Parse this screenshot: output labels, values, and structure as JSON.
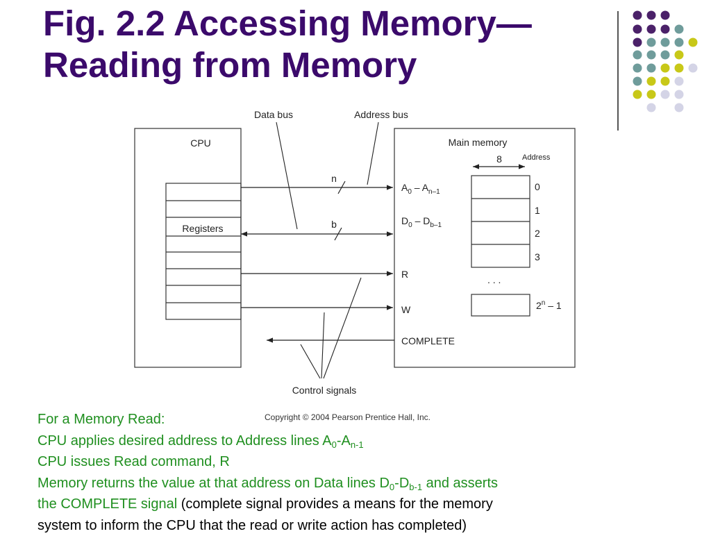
{
  "title": {
    "line1": "Fig. 2.2 Accessing Memory—",
    "line2": "Reading from Memory"
  },
  "theme": {
    "title_color": "#3b0a6b",
    "note_green": "#1f8f1f",
    "dot_purple": "#4b2169",
    "dot_teal": "#6f9c9b",
    "dot_yellow": "#c8c818",
    "dot_lavender": "#d4d4e6"
  },
  "diagram": {
    "data_bus_label": "Data bus",
    "address_bus_label": "Address bus",
    "cpu_label": "CPU",
    "registers_label": "Registers",
    "main_memory_label": "Main memory",
    "width_label": "8",
    "address_label": "Address",
    "n_label": "n",
    "b_label": "b",
    "addr_lines": {
      "base": "A",
      "sub1": "0",
      "dash": " – A",
      "sub2": "n–1"
    },
    "data_lines": {
      "base": "D",
      "sub1": "0",
      "dash": " – D",
      "sub2": "b–1"
    },
    "read_label": "R",
    "write_label": "W",
    "complete_label": "COMPLETE",
    "addresses": [
      "0",
      "1",
      "2",
      "3"
    ],
    "ellipsis": ". . .",
    "last_address": {
      "base": "2",
      "sup": "n",
      "rest": " – 1"
    },
    "control_signals_label": "Control signals"
  },
  "copyright": "Copyright © 2004 Pearson Prentice Hall, Inc.",
  "notes": {
    "line1": "For a Memory Read:",
    "line2_pre": "CPU applies desired address to Address lines A",
    "line2_sub1": "0",
    "line2_mid": "-A",
    "line2_sub2": "n-1",
    "line3": "CPU issues Read command, R",
    "line4_pre": "Memory returns the value at that address on Data lines D",
    "line4_sub1": "0",
    "line4_mid": "-D",
    "line4_sub2": "b-1",
    "line4_post": " and asserts",
    "line5_green": "the COMPLETE signal",
    "line5_black": " (complete signal provides a means for the memory",
    "line6": "system to inform the CPU that the read or write action has completed)"
  }
}
